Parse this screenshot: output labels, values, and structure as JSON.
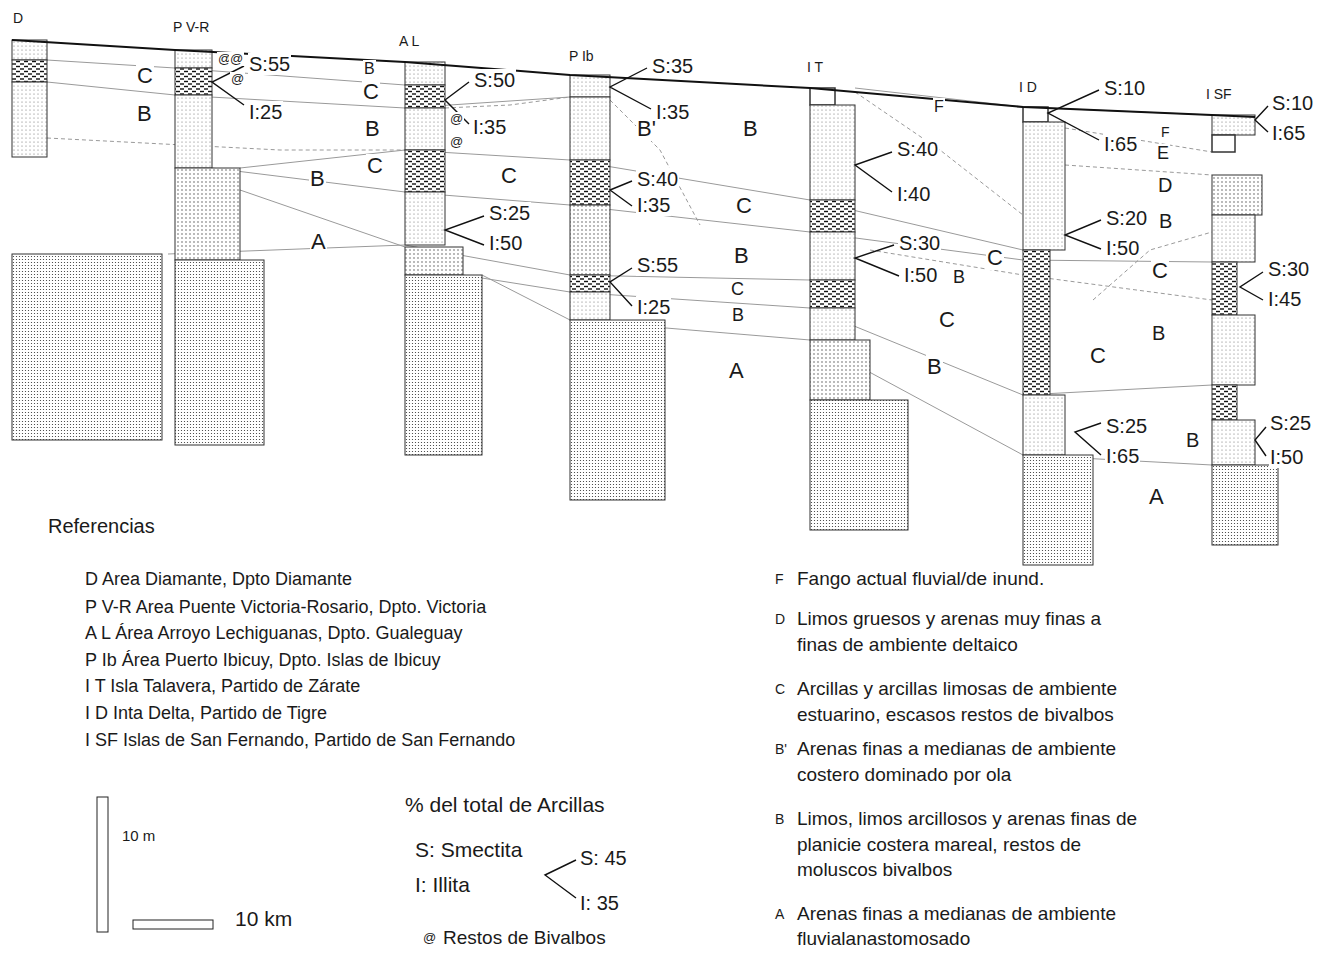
{
  "diagram": {
    "labels": [
      "D",
      "P V-R",
      "A L",
      "P Ib",
      "I T",
      "I D",
      "I SF",
      "S:55",
      "I:25",
      "S:50",
      "I:35",
      "S:35",
      "I:35",
      "S:40",
      "I:40",
      "S:10",
      "I:65",
      "S:10",
      "I:65",
      "S:25",
      "I:50",
      "S:40",
      "I:35",
      "S:30",
      "I:50",
      "S:20",
      "I:50",
      "S:55",
      "I:25",
      "S:30",
      "I:45",
      "S:25",
      "I:65",
      "S:25",
      "I:50",
      "C",
      "B",
      "B",
      "C",
      "B",
      "C",
      "B",
      "A",
      "C",
      "B'",
      "B",
      "C",
      "B",
      "C",
      "B",
      "A",
      "F",
      "F",
      "E",
      "D",
      "B",
      "C",
      "B",
      "C",
      "C",
      "B",
      "C",
      "B",
      "B",
      "A",
      "@",
      "@",
      "@",
      "@",
      "@",
      "Referencias",
      "D Area Diamante, Dpto Diamante",
      "P V-R Area Puente Victoria-Rosario, Dpto. Victoria",
      "A L Área Arroyo Lechiguanas, Dpto. Gualeguay",
      "P Ib Área Puerto Ibicuy, Dpto. Islas de Ibicuy",
      "I T Isla Talavera, Partido de Zárate",
      "I D Inta Delta, Partido de Tigre",
      "I SF Islas de San Fernando, Partido de San Fernando",
      "10 m",
      "10 km",
      "% del total de Arcillas",
      "S: Smectita",
      "I: Illita",
      "S: 45",
      "I: 35",
      "@",
      "Restos de Bivalbos",
      "F",
      "Fango actual fluvial/de inund.",
      "D",
      "Limos gruesos y arenas muy finas a finas de ambiente deltaico",
      "C",
      "Arcillas y arcillas limosas de ambiente estuarino, escasos restos de bivalbos",
      "B'",
      "Arenas finas a medianas de ambiente costero dominado por ola",
      "B",
      "Limos, limos arcillosos y arenas finas de planicie costera mareal, restos de moluscos bivalbos",
      "A",
      "Arenas finas a medianas de ambiente fluvialanastomosado"
    ]
  }
}
